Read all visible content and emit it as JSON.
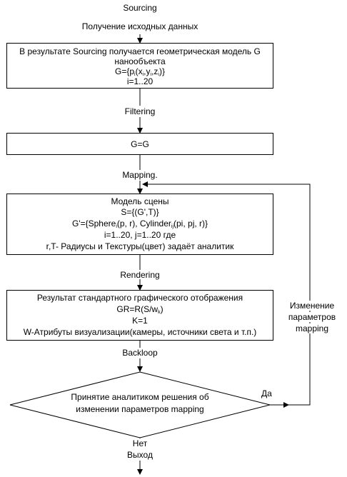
{
  "header": {
    "title": "Sourcing",
    "subtitle": "Получение исходных данных"
  },
  "box1": {
    "line1": "В результате Sourcing получается геометрическая модель G",
    "line2": "нанообъекта",
    "line3_a": "G={p",
    "line3_s1": "i",
    "line3_b": "(x",
    "line3_s2": "i",
    "line3_c": ",y",
    "line3_s3": "i",
    "line3_d": ",z",
    "line3_s4": "i",
    "line3_e": ")}",
    "line4": "i=1..20"
  },
  "step_filtering": "Filtering",
  "box2": {
    "text": "G=G"
  },
  "step_mapping": "Mapping.",
  "box3": {
    "line1": "Модель сцены",
    "line2": "S={(G',T)}",
    "line3_a": "G'={Sphere",
    "line3_s1": "i",
    "line3_b": "(p, r), Cylinder",
    "line3_s2": "ij",
    "line3_c": "(pi, pj, r)}",
    "line4": "i=1..20, j=1..20 где",
    "line5": "r,T- Радиусы и Текстуры(цвет) задаёт аналитик"
  },
  "step_rendering": "Rendering",
  "box4": {
    "line1": "Результат стандартного графического отображения",
    "line2_a": "GR=R(S/w",
    "line2_s": "k",
    "line2_b": ")",
    "line3": "K=1",
    "line4": "W-Атрибуты визуализации(камеры, источники света и т.п.)"
  },
  "step_backloop": "Backloop",
  "decision": {
    "line1": "Принятие аналитиком решения об",
    "line2": "изменении параметров mapping"
  },
  "yes_label": "Да",
  "no_label": "Нет",
  "exit_label": "Выход",
  "loop_label": {
    "line1": "Изменение",
    "line2": "параметров",
    "line3": "mapping"
  }
}
